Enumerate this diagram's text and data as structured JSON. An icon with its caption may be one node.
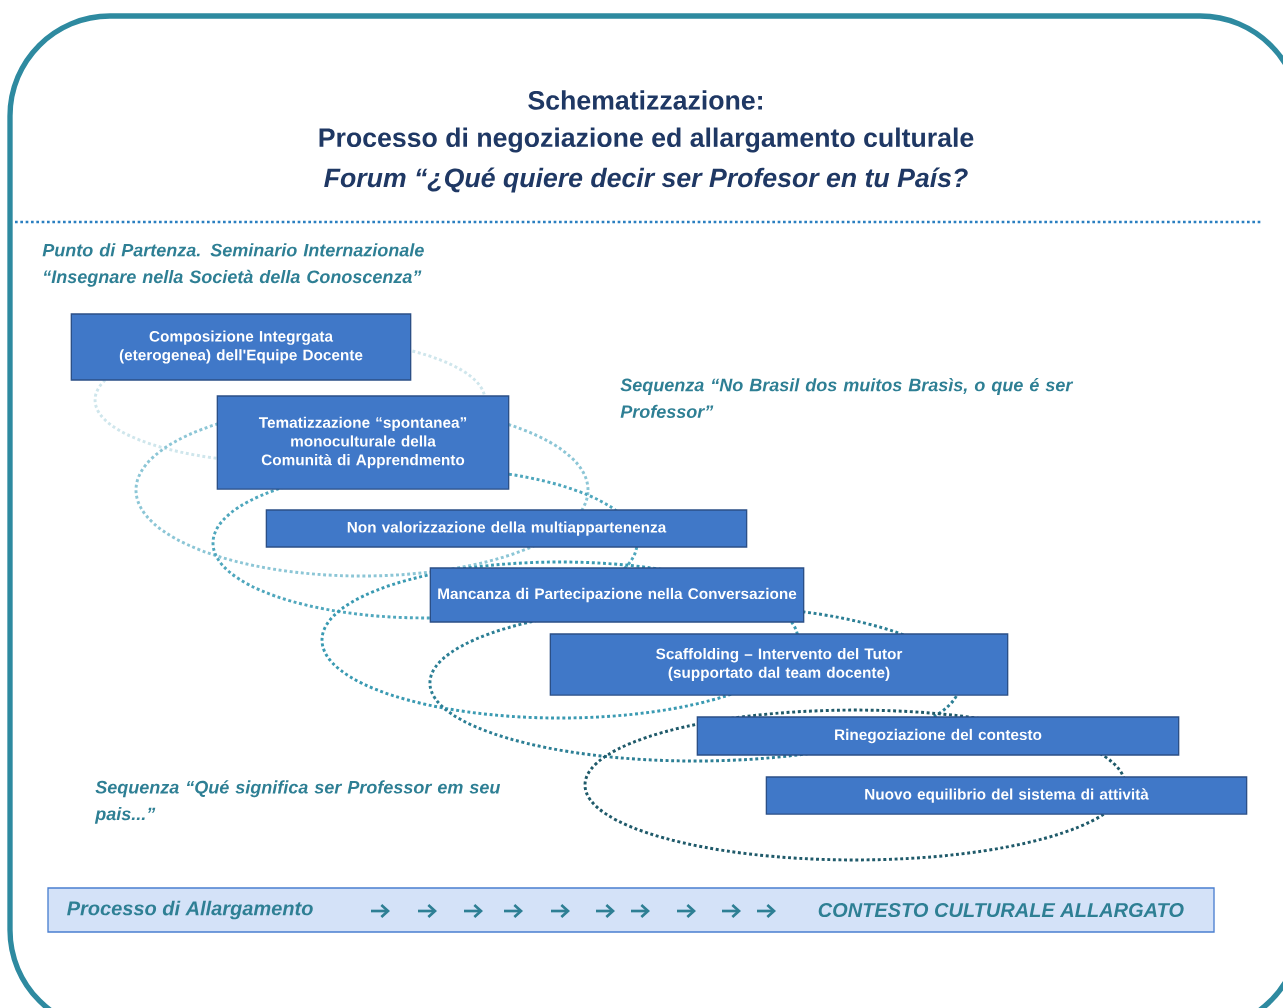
{
  "diagram": {
    "title": "Schematizzazione:",
    "nodes": [
      {
        "text": [
          "Composizione Integrgata (eterogenea) dell'Equipe Docente"
        ]
      },
      {
        "text": [
          "Tematizzazione “spontanea” monoculturale della Comunità di Apprendmento"
        ]
      },
      {
        "text": [
          "Non valorizzazione della multiappartenenza"
        ]
      },
      {
        "text": [
          "Mancanza di Partecipazione nella Conversazione"
        ]
      },
      {
        "text": [
          "Scaffolding – Intervento del Tutor (supportato dal team docente)"
        ]
      },
      {
        "text": [
          "Rinegoziazione del contesto"
        ]
      },
      {
        "text": [
          "Nuovo equilibrio del sistema di attività"
        ]
      },
      {
        "text": [
          "Processo di Allargamento",
          "CONTESTO CULTURALE ALLARGATO"
        ]
      }
    ],
    "labels": [
      "Processo di negoziazione ed allargamento culturale",
      "Forum “¿Qué quiere decir ser Profesor en tu País?",
      "Punto di Partenza. Seminario Internazionale “Insegnare nella Società della Conoscenza”",
      "Sequenza “No Brasil dos muitos Brasìs, o que é ser Professor”",
      "Sequenza “Qué significa ser Professor em seu pais...”"
    ]
  }
}
